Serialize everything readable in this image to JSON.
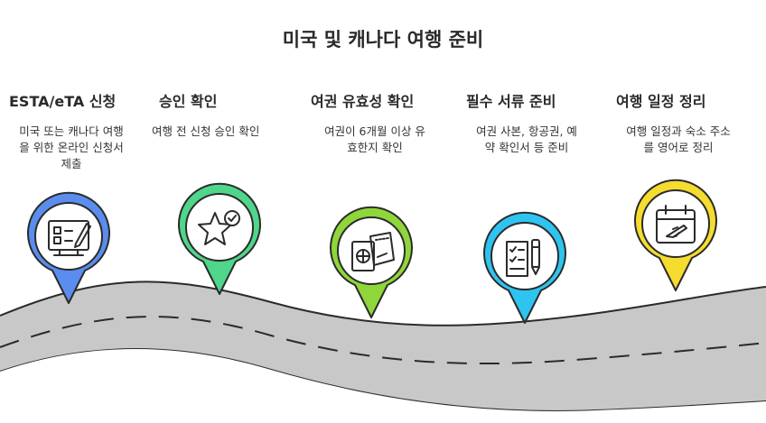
{
  "title": "미국 및 캐나다 여행 준비",
  "steps": [
    {
      "title": "ESTA/eTA 신청",
      "desc": "미국 또는 캐나다 여행\n을 위한 온라인 신청서\n제출",
      "icon": "computer-form-icon",
      "color": "#5b8def"
    },
    {
      "title": "승인 확인",
      "desc": "여행 전 신청 승인 확인",
      "icon": "star-check-icon",
      "color": "#4fd68a"
    },
    {
      "title": "여권 유효성 확인",
      "desc": "여권이 6개월 이상 유\n효한지 확인",
      "icon": "passport-ticket-icon",
      "color": "#8ed63a"
    },
    {
      "title": "필수 서류 준비",
      "desc": "여권 사본, 항공권, 예\n약 확인서 등 준비",
      "icon": "checklist-pen-icon",
      "color": "#2ec4ef"
    },
    {
      "title": "여행 일정 정리",
      "desc": "여행 일정과 숙소 주소\n를 영어로 정리",
      "icon": "calendar-plane-icon",
      "color": "#f5dc2e"
    }
  ],
  "colors": {
    "road": "#c8c8c8",
    "road_edge": "#2b2b2b",
    "dash": "#2b2b2b",
    "pin_outline": "#2b2b2b"
  }
}
